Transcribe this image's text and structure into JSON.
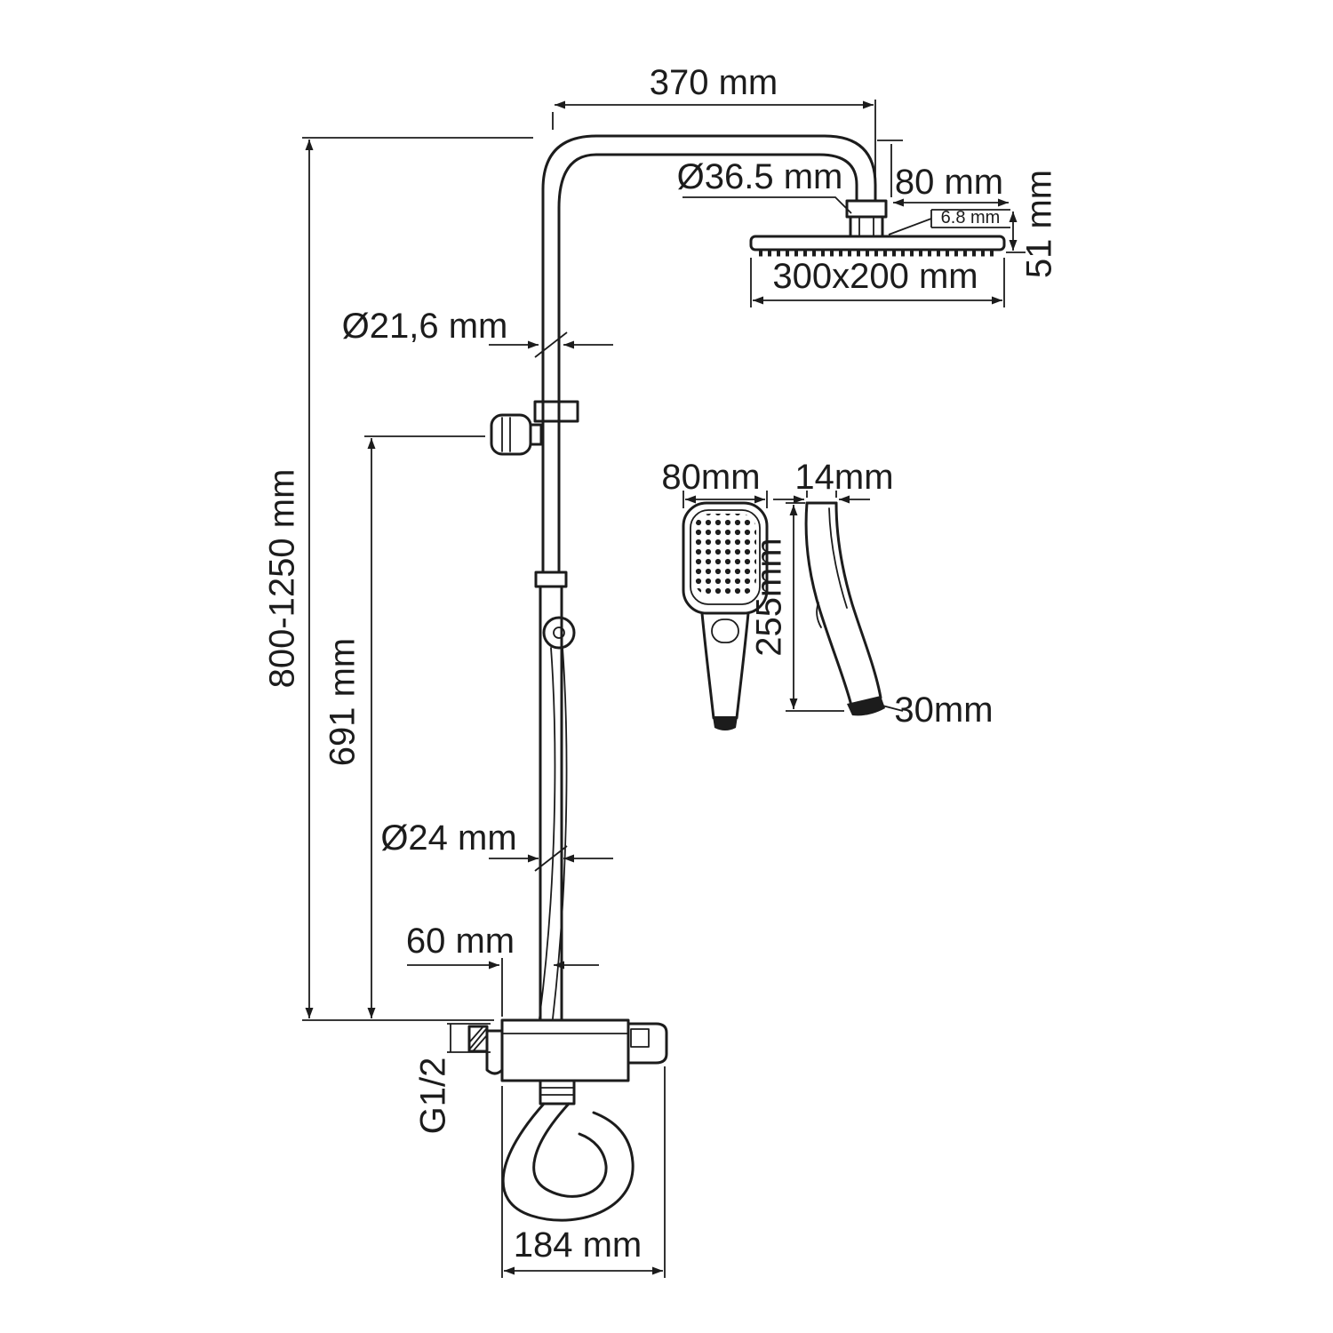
{
  "meta": {
    "title": "Shower system dimensional drawing",
    "background_color": "#ffffff",
    "line_color": "#1c1c1c"
  },
  "dims": {
    "arm_reach": "370 mm",
    "connector_diameter": "Ø36.5 mm",
    "head_offset": "80 mm",
    "plate_thickness": "6.8 mm",
    "head_height": "51 mm",
    "head_size": "300x200 mm",
    "upper_pipe_diameter": "Ø21,6 mm",
    "column_height_range": "800-1250 mm",
    "bracket_height": "691 mm",
    "handshower_width": "80mm",
    "handshower_depth": "14mm",
    "handshower_length": "255mm",
    "handshower_inlet_width": "30mm",
    "lower_pipe_diameter": "Ø24 mm",
    "spout_offset": "60 mm",
    "thread_size": "G1/2",
    "mixer_width": "184 mm"
  }
}
